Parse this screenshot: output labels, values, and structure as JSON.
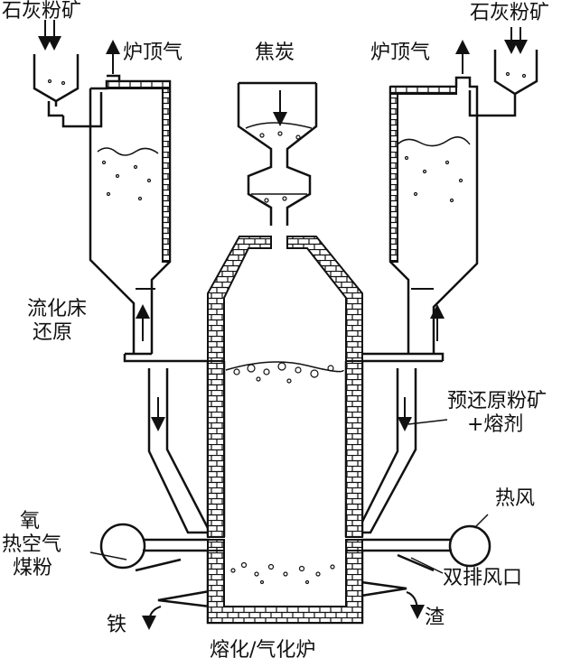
{
  "labels": {
    "lime_ore_left": "石灰粉矿",
    "lime_ore_right": "石灰粉矿",
    "top_gas_left": "炉顶气",
    "top_gas_right": "炉顶气",
    "coke": "焦炭",
    "fluidized_bed_reduction": [
      "流化床",
      "还原"
    ],
    "prereduced_ore": [
      "预还原粉矿",
      "+熔剂"
    ],
    "hot_blast": "热风",
    "oxygen_inputs": [
      "氧",
      "热空气",
      "煤粉"
    ],
    "double_tuyere": "双排风口",
    "iron": "铁",
    "slag": "渣",
    "melter_gasifier": "熔化/气化炉"
  },
  "colors": {
    "ink": "#111111",
    "paper": "#ffffff"
  }
}
